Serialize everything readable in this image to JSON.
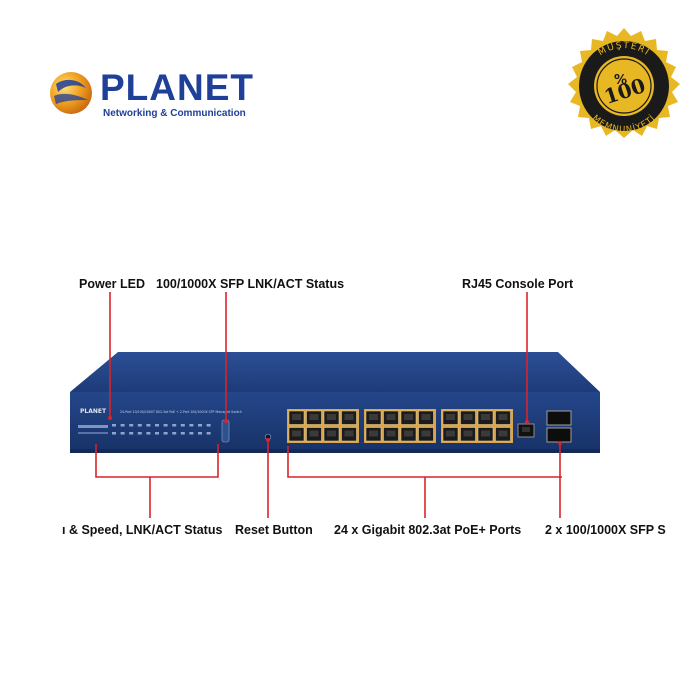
{
  "brand": {
    "name": "PLANET",
    "tagline": "Networking & Communication"
  },
  "seal": {
    "top_text": "MÜŞTERİ",
    "percent": "%",
    "number": "100",
    "bottom_text": "MEMNUNİYETİ",
    "colors": {
      "gold": "#e8b724",
      "dark": "#1a1a1a"
    }
  },
  "callouts": {
    "power_led": "Power LED",
    "sfp_status": "100/1000X SFP LNK/ACT Status",
    "console_port": "RJ45 Console Port",
    "speed_status": "ı & Speed, LNK/ACT Status",
    "reset_button": "Reset Button",
    "poe_ports": "24 x Gigabit 802.3at PoE+ Ports",
    "sfp_slots": "2 x 100/1000X SFP S"
  },
  "device": {
    "brand_mark": "PLANET",
    "model_line": "24-Port 10/100/1000T 802.3at PoE + 2-Port 100/1000X SFP Managed Switch",
    "colors": {
      "chassis": "#1f3f7e",
      "leader": "#d8242a",
      "port_frame": "#d9a64e"
    }
  }
}
